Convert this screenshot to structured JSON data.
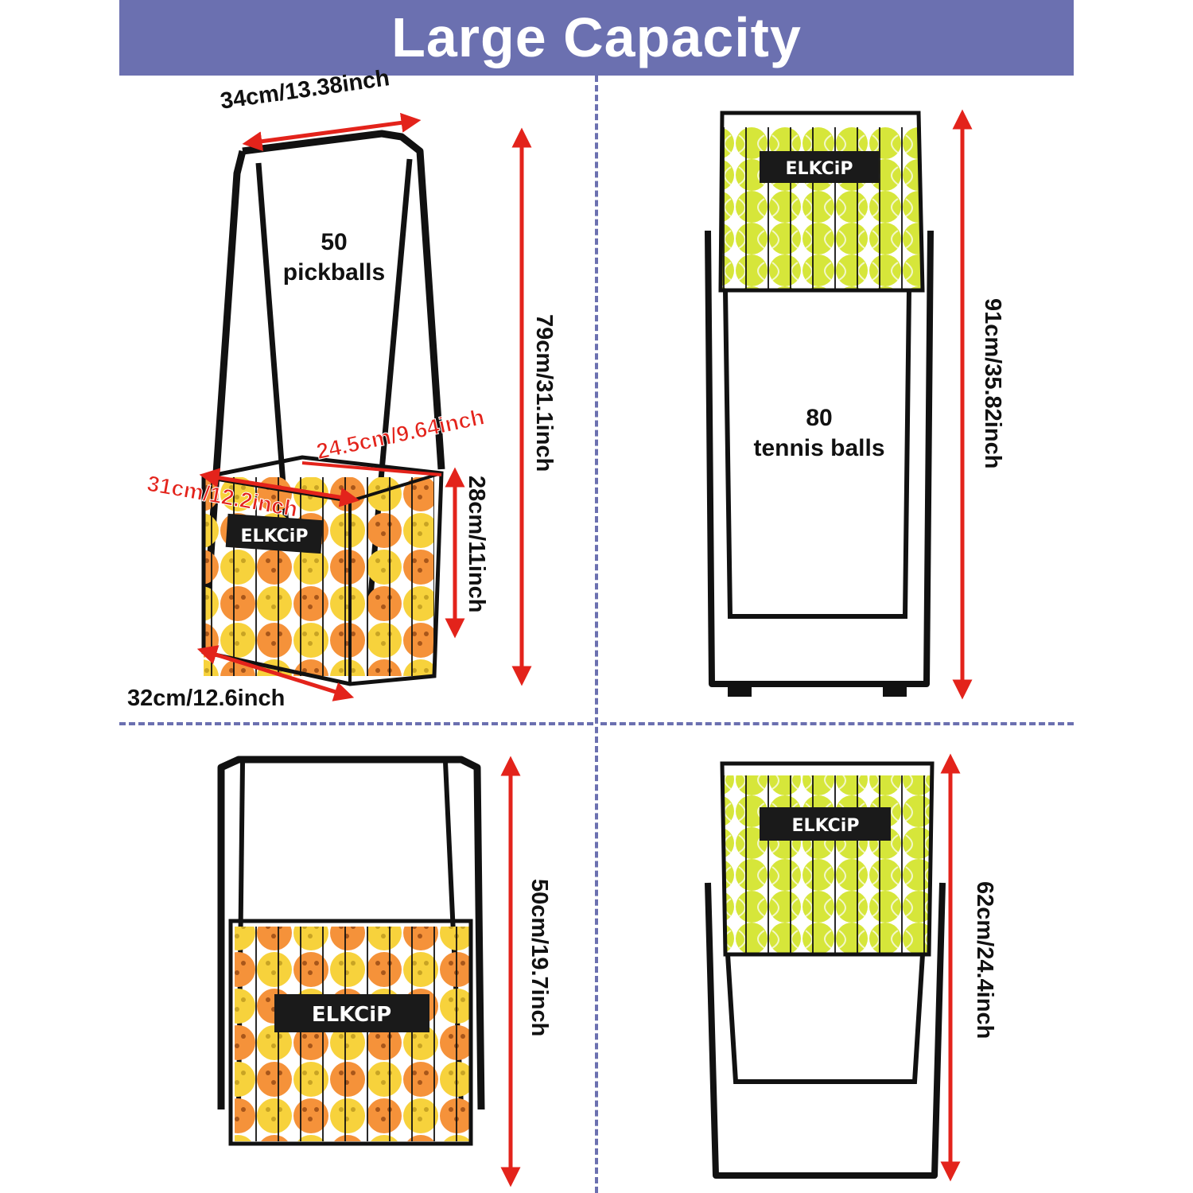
{
  "header": {
    "title": "Large Capacity"
  },
  "panels": {
    "top_left": {
      "width_top": "34cm/13.38inch",
      "height_total": "79cm/31.1inch",
      "depth": "24.5cm/9.64inch",
      "basket_width": "31cm/12.2inch",
      "basket_height": "28cm/11inch",
      "base_width": "32cm/12.6inch",
      "capacity_count": "50",
      "capacity_label": "pickballs",
      "logo": "ELKCiP"
    },
    "top_right": {
      "height_total": "91cm/35.82inch",
      "capacity_count": "80",
      "capacity_label": "tennis balls",
      "logo": "ELKCiP"
    },
    "bottom_left": {
      "height_total": "50cm/19.7inch",
      "logo": "ELKCiP"
    },
    "bottom_right": {
      "height_total": "62cm/24.4inch",
      "logo": "ELKCiP"
    }
  },
  "colors": {
    "banner": "#6b70b0",
    "arrow_red": "#e3231b",
    "pickleball_orange": "#f5923a",
    "pickleball_yellow": "#f7d23c",
    "tennis_ball": "#d6e63a",
    "frame": "#111111"
  }
}
